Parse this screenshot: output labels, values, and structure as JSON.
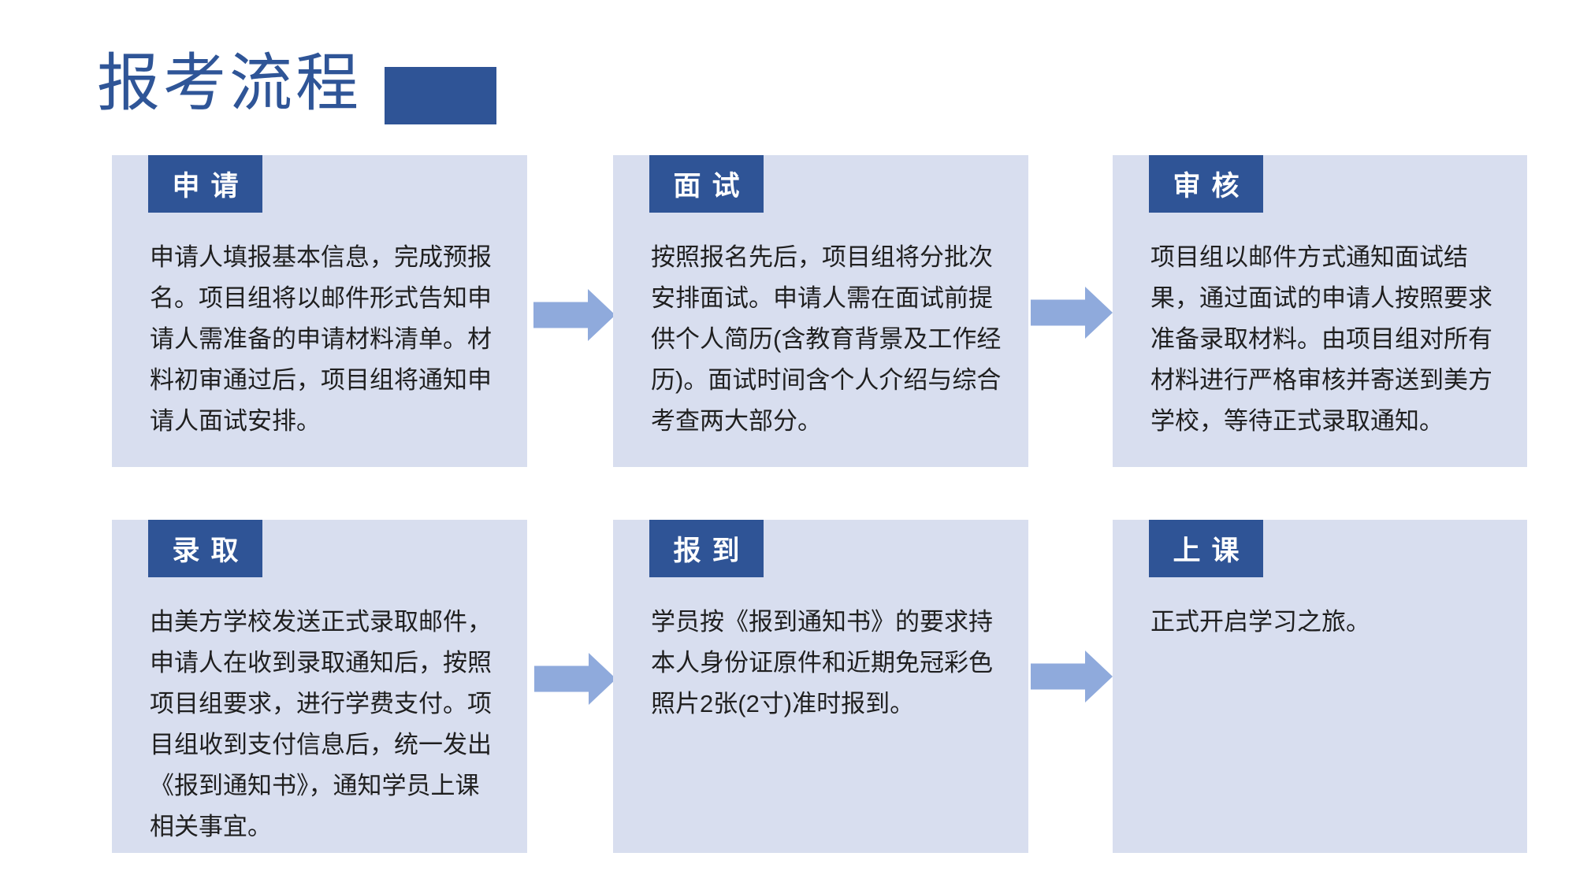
{
  "page": {
    "title": "报考流程"
  },
  "colors": {
    "accent_dark_blue": "#2F5496",
    "title_text_blue": "#2F5597",
    "card_background": "#D8DEEF",
    "arrow_fill": "#8FAADC",
    "body_text": "#1F1F1F",
    "badge_text": "#FFFFFF"
  },
  "icons": {
    "arrow_right": "right-block-arrow"
  },
  "cards": [
    {
      "title": "申请",
      "description": "申请人填报基本信息，完成预报名。项目组将以邮件形式告知申请人需准备的申请材料清单。材料初审通过后，项目组将通知申请人面试安排。"
    },
    {
      "title": "面试",
      "description": "按照报名先后，项目组将分批次安排面试。申请人需在面试前提供个人简历(含教育背景及工作经历)。面试时间含个人介绍与综合考查两大部分。"
    },
    {
      "title": "审核",
      "description": "项目组以邮件方式通知面试结果，通过面试的申请人按照要求准备录取材料。由项目组对所有材料进行严格审核并寄送到美方学校，等待正式录取通知。"
    },
    {
      "title": "录取",
      "description": "由美方学校发送正式录取邮件，申请人在收到录取通知后，按照项目组要求，进行学费支付。项目组收到支付信息后，统一发出《报到通知书》，通知学员上课相关事宜。"
    },
    {
      "title": "报到",
      "description": "学员按《报到通知书》的要求持本人身份证原件和近期免冠彩色照片2张(2寸)准时报到。"
    },
    {
      "title": "上课",
      "description": "正式开启学习之旅。"
    }
  ]
}
